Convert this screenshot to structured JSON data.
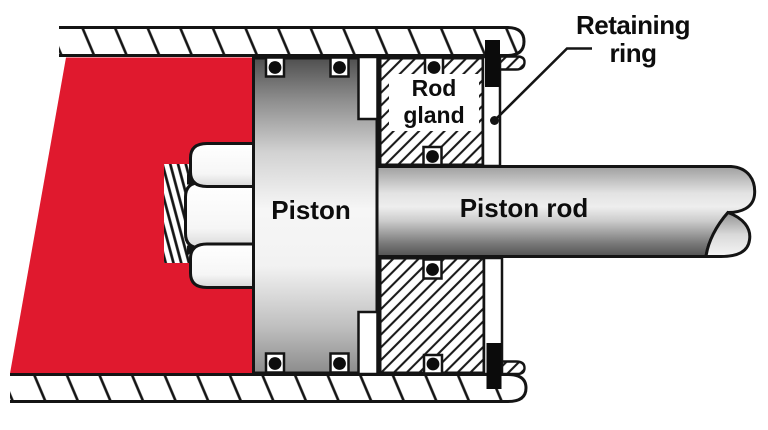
{
  "labels": {
    "piston": "Piston",
    "piston_rod": "Piston rod",
    "rod_gland_line1": "Rod",
    "rod_gland_line2": "gland",
    "retaining_ring_line1": "Retaining",
    "retaining_ring_line2": "ring"
  },
  "colors": {
    "fluid_red": "#e0192e",
    "outline_black": "#141414"
  }
}
